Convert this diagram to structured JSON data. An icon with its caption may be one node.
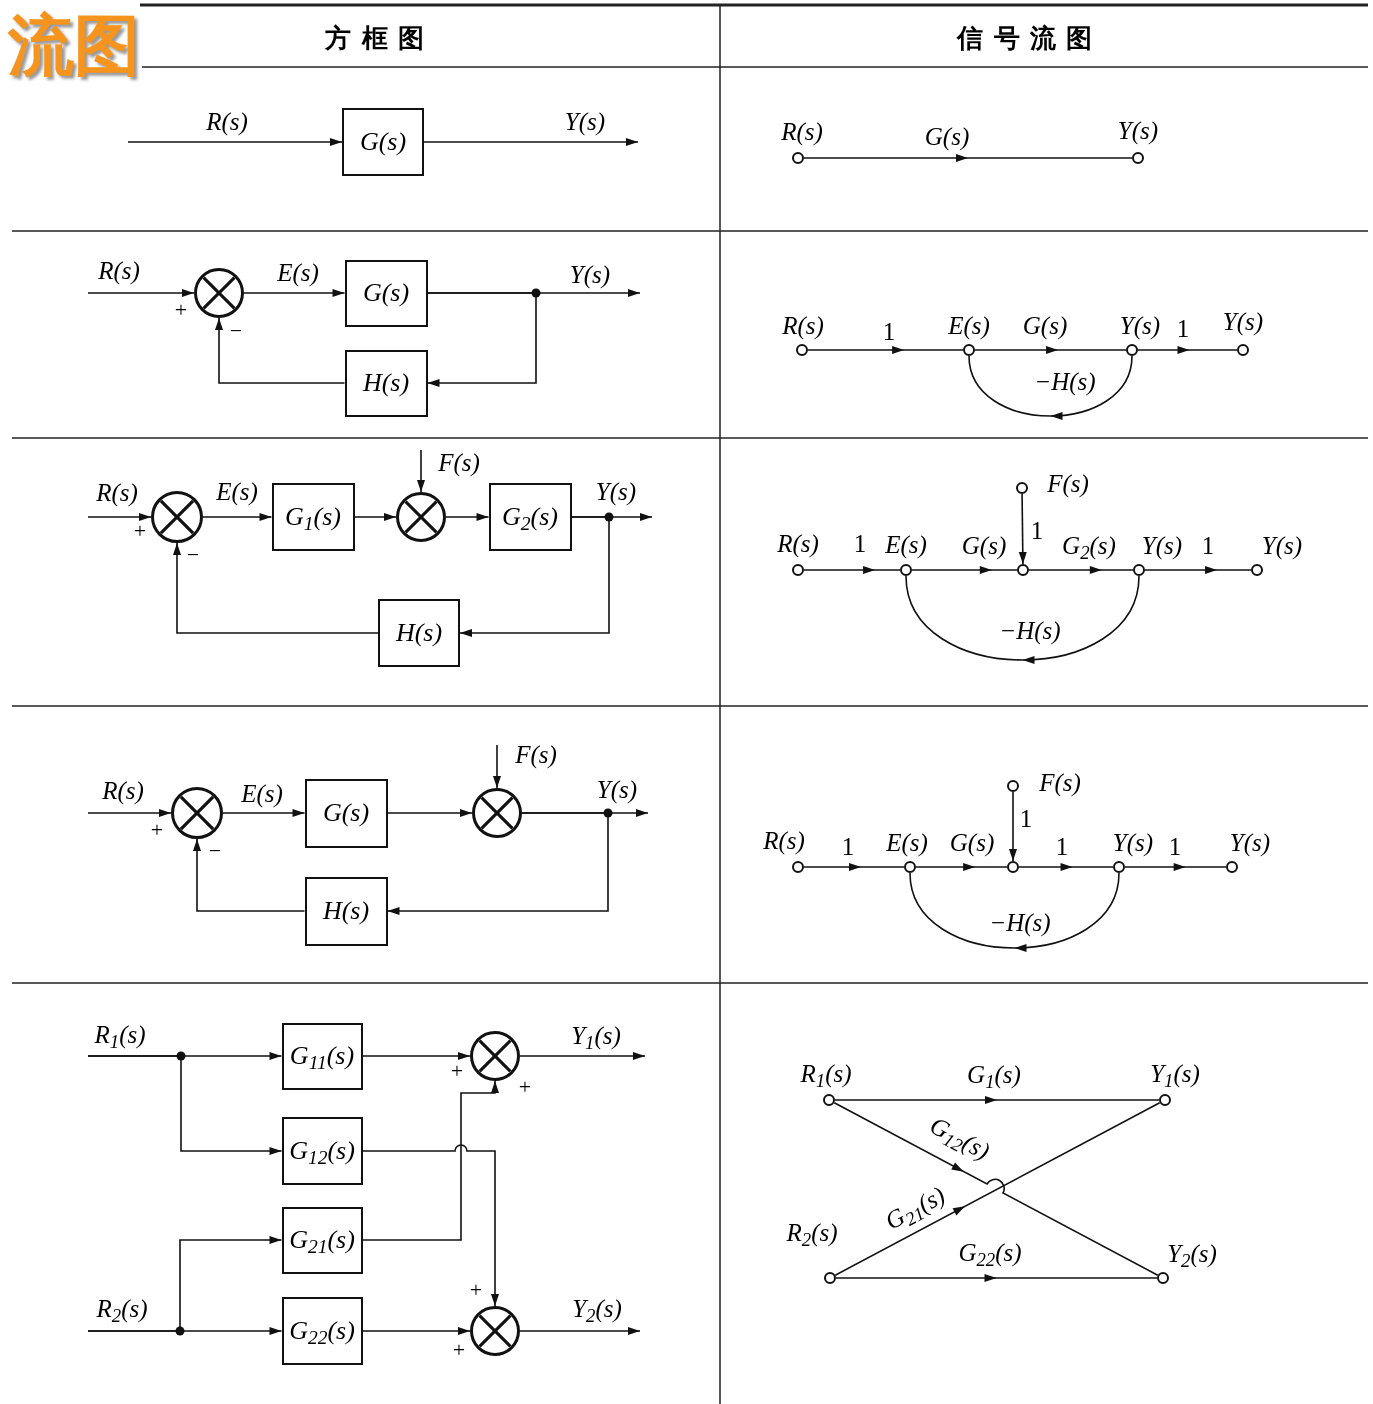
{
  "diagram": {
    "nodes": [
      {
        "text": [
          "G(s)"
        ]
      },
      {
        "text": [],
        "shape": "circle",
        "beside": [
          "R(s)"
        ]
      },
      {
        "text": [],
        "shape": "circle",
        "beside": [
          "Y(s)"
        ]
      },
      {
        "text": [],
        "shape": "circle"
      },
      {
        "text": [
          "G(s)"
        ]
      },
      {
        "text": [
          "H(s)"
        ]
      },
      {
        "text": [],
        "shape": "circle",
        "beside": [
          "R(s)"
        ]
      },
      {
        "text": [],
        "shape": "circle",
        "beside": [
          "E(s)"
        ]
      },
      {
        "text": [],
        "shape": "circle",
        "beside": [
          "Y(s)"
        ]
      },
      {
        "text": [],
        "shape": "circle",
        "beside": [
          "Y(s)"
        ]
      },
      {
        "text": [],
        "shape": "circle"
      },
      {
        "text": [
          "G$_{1}$(s)"
        ]
      },
      {
        "text": [],
        "shape": "circle"
      },
      {
        "text": [
          "G$_{2}$(s)"
        ]
      },
      {
        "text": [
          "H(s)"
        ]
      },
      {
        "text": [],
        "shape": "circle",
        "beside": [
          "F(s)"
        ]
      },
      {
        "text": [],
        "shape": "circle",
        "beside": [
          "R(s)"
        ]
      },
      {
        "text": [],
        "shape": "circle",
        "beside": [
          "E(s)"
        ]
      },
      {
        "text": [],
        "shape": "circle"
      },
      {
        "text": [],
        "shape": "circle",
        "beside": [
          "Y(s)"
        ]
      },
      {
        "text": [],
        "shape": "circle",
        "beside": [
          "Y(s)"
        ]
      },
      {
        "text": [],
        "shape": "circle"
      },
      {
        "text": [
          "G(s)"
        ]
      },
      {
        "text": [],
        "shape": "circle"
      },
      {
        "text": [
          "H(s)"
        ]
      },
      {
        "text": [],
        "shape": "circle",
        "beside": [
          "F(s)"
        ]
      },
      {
        "text": [],
        "shape": "circle",
        "beside": [
          "R(s)"
        ]
      },
      {
        "text": [],
        "shape": "circle",
        "beside": [
          "E(s)"
        ]
      },
      {
        "text": [],
        "shape": "circle"
      },
      {
        "text": [],
        "shape": "circle",
        "beside": [
          "Y(s)"
        ]
      },
      {
        "text": [],
        "shape": "circle",
        "beside": [
          "Y(s)"
        ]
      },
      {
        "text": [
          "G$_{11}$(s)"
        ]
      },
      {
        "text": [],
        "shape": "circle"
      },
      {
        "text": [
          "G$_{12}$(s)"
        ]
      },
      {
        "text": [
          "G$_{21}$(s)"
        ]
      },
      {
        "text": [
          "G$_{22}$(s)"
        ]
      },
      {
        "text": [],
        "shape": "circle"
      },
      {
        "text": [],
        "shape": "circle",
        "beside": [
          "R$_{1}$(s)"
        ]
      },
      {
        "text": [],
        "shape": "circle",
        "beside": [
          "Y$_{1}$(s)"
        ]
      },
      {
        "text": [],
        "shape": "circle",
        "beside": [
          "R$_{2}$(s)"
        ]
      },
      {
        "text": [],
        "shape": "circle",
        "beside": [
          "Y$_{2}$(s)"
        ]
      }
    ],
    "edges": [
      {
        "from": null,
        "to": 0,
        "arrow": "to",
        "label": "R(s)"
      },
      {
        "from": 0,
        "to": null,
        "arrow": "to",
        "label": "Y(s)"
      },
      {
        "from": 1,
        "to": 2,
        "arrow": "to",
        "label": "G(s)"
      },
      {
        "from": null,
        "to": 3,
        "arrow": "to",
        "label": "R(s)"
      },
      {
        "from": 3,
        "to": 4,
        "arrow": "to",
        "label": "E(s)"
      },
      {
        "from": 4,
        "to": null,
        "arrow": "to",
        "label": "Y(s)"
      },
      {
        "from": 4,
        "to": 5,
        "arrow": "to"
      },
      {
        "from": 5,
        "to": 3,
        "arrow": "to"
      },
      {
        "from": 6,
        "to": 7,
        "arrow": "to",
        "label": "1"
      },
      {
        "from": 7,
        "to": 8,
        "arrow": "to",
        "label": "G(s)"
      },
      {
        "from": 8,
        "to": 9,
        "arrow": "to",
        "label": "1"
      },
      {
        "from": 8,
        "to": 7,
        "arrow": "to",
        "label": "−H(s)"
      },
      {
        "from": null,
        "to": 10,
        "arrow": "to",
        "label": "R(s)"
      },
      {
        "from": 10,
        "to": 11,
        "arrow": "to",
        "label": "E(s)"
      },
      {
        "from": 11,
        "to": 12,
        "arrow": "to"
      },
      {
        "from": null,
        "to": 12,
        "arrow": "to",
        "label": "F(s)"
      },
      {
        "from": 12,
        "to": 13,
        "arrow": "to"
      },
      {
        "from": 13,
        "to": null,
        "arrow": "to",
        "label": "Y(s)"
      },
      {
        "from": 13,
        "to": 14,
        "arrow": "to"
      },
      {
        "from": 14,
        "to": 10,
        "arrow": "to"
      },
      {
        "from": 16,
        "to": 17,
        "arrow": "to",
        "label": "1"
      },
      {
        "from": 17,
        "to": 18,
        "arrow": "to",
        "label": "G(s)"
      },
      {
        "from": 15,
        "to": 18,
        "arrow": "to",
        "label": "1"
      },
      {
        "from": 18,
        "to": 19,
        "arrow": "to",
        "label": "G$_{2}$(s)"
      },
      {
        "from": 19,
        "to": 20,
        "arrow": "to",
        "label": "1"
      },
      {
        "from": 19,
        "to": 17,
        "arrow": "to",
        "label": "−H(s)"
      },
      {
        "from": null,
        "to": 21,
        "arrow": "to",
        "label": "R(s)"
      },
      {
        "from": 21,
        "to": 22,
        "arrow": "to",
        "label": "E(s)"
      },
      {
        "from": 22,
        "to": 23,
        "arrow": "to"
      },
      {
        "from": null,
        "to": 23,
        "arrow": "to",
        "label": "F(s)"
      },
      {
        "from": 23,
        "to": null,
        "arrow": "to",
        "label": "Y(s)"
      },
      {
        "from": 23,
        "to": 24,
        "arrow": "to"
      },
      {
        "from": 24,
        "to": 21,
        "arrow": "to"
      },
      {
        "from": 26,
        "to": 27,
        "arrow": "to",
        "label": "1"
      },
      {
        "from": 27,
        "to": 28,
        "arrow": "to",
        "label": "G(s)"
      },
      {
        "from": 25,
        "to": 28,
        "arrow": "to",
        "label": "1"
      },
      {
        "from": 28,
        "to": 29,
        "arrow": "to",
        "label": "1"
      },
      {
        "from": 29,
        "to": 30,
        "arrow": "to",
        "label": "1"
      },
      {
        "from": 29,
        "to": 27,
        "arrow": "to",
        "label": "−H(s)"
      },
      {
        "from": null,
        "to": 31,
        "arrow": "to",
        "label": "R$_{1}$(s)"
      },
      {
        "from": null,
        "to": 33,
        "arrow": "to"
      },
      {
        "from": null,
        "to": 34,
        "arrow": "to"
      },
      {
        "from": null,
        "to": 35,
        "arrow": "to",
        "label": "R$_{2}$(s)"
      },
      {
        "from": 31,
        "to": 32,
        "arrow": "to"
      },
      {
        "from": 33,
        "to": 36,
        "arrow": "to"
      },
      {
        "from": 34,
        "to": 32,
        "arrow": "to"
      },
      {
        "from": 35,
        "to": 36,
        "arrow": "to"
      },
      {
        "from": 32,
        "to": null,
        "arrow": "to",
        "label": "Y$_{1}$(s)"
      },
      {
        "from": 36,
        "to": null,
        "arrow": "to",
        "label": "Y$_{2}$(s)"
      },
      {
        "from": 37,
        "to": 38,
        "arrow": "to",
        "label": "G$_{1}$(s)"
      },
      {
        "from": 37,
        "to": 40,
        "arrow": "to",
        "label": "G$_{12}$(s)"
      },
      {
        "from": 39,
        "to": 38,
        "arrow": "to",
        "label": "G$_{21}$(s)"
      },
      {
        "from": 39,
        "to": 40,
        "arrow": "to",
        "label": "G$_{22}$(s)"
      }
    ],
    "labels": [
      "流图",
      "方框图",
      "信号流图",
      "+",
      "−",
      "+",
      "−",
      "+",
      "−",
      "+",
      "+",
      "+",
      "+"
    ]
  }
}
